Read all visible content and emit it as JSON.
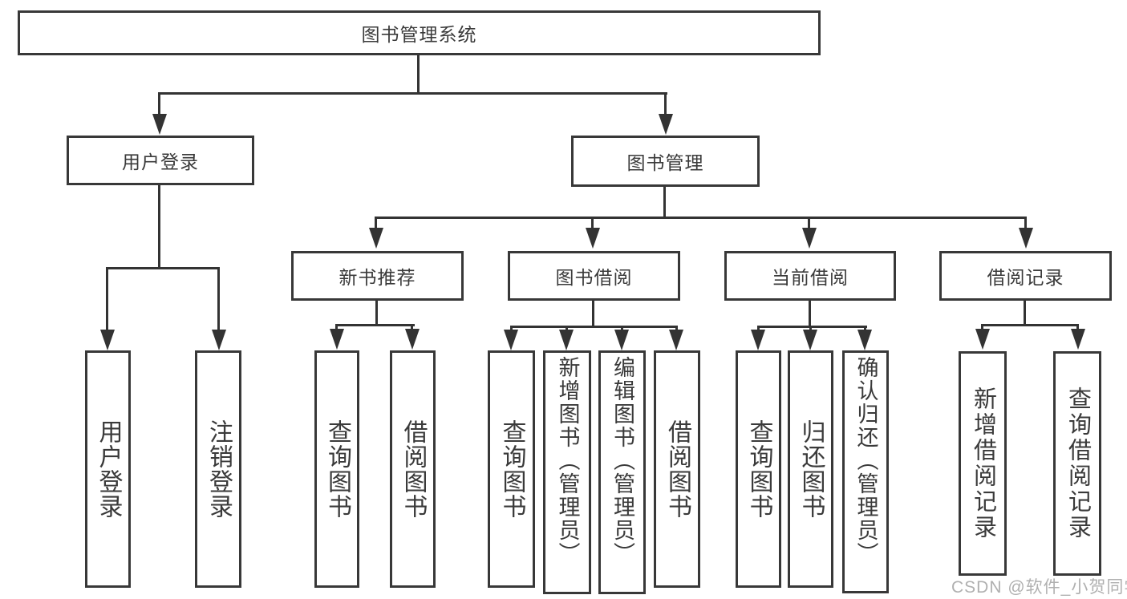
{
  "diagram_title": "图书管理系统",
  "tree": {
    "label": "图书管理系统",
    "children": [
      {
        "label": "用户登录",
        "children": [
          {
            "label": "用户登录"
          },
          {
            "label": "注销登录"
          }
        ]
      },
      {
        "label": "图书管理",
        "children": [
          {
            "label": "新书推荐",
            "children": [
              {
                "label": "查询图书"
              },
              {
                "label": "借阅图书"
              }
            ]
          },
          {
            "label": "图书借阅",
            "children": [
              {
                "label": "查询图书"
              },
              {
                "label": "新增图书（管理员）"
              },
              {
                "label": "编辑图书（管理员）"
              },
              {
                "label": "借阅图书"
              }
            ]
          },
          {
            "label": "当前借阅",
            "children": [
              {
                "label": "查询图书"
              },
              {
                "label": "归还图书"
              },
              {
                "label": "确认归还（管理员）"
              }
            ]
          },
          {
            "label": "借阅记录",
            "children": [
              {
                "label": "新增借阅记录"
              },
              {
                "label": "查询借阅记录"
              }
            ]
          }
        ]
      }
    ]
  },
  "watermark": "CSDN @软件_小贺同学",
  "colors": {
    "line": "#333333",
    "box_border": "#383838",
    "text": "#3a3a3a",
    "watermark": "#b0b0b0",
    "background": "#ffffff"
  }
}
